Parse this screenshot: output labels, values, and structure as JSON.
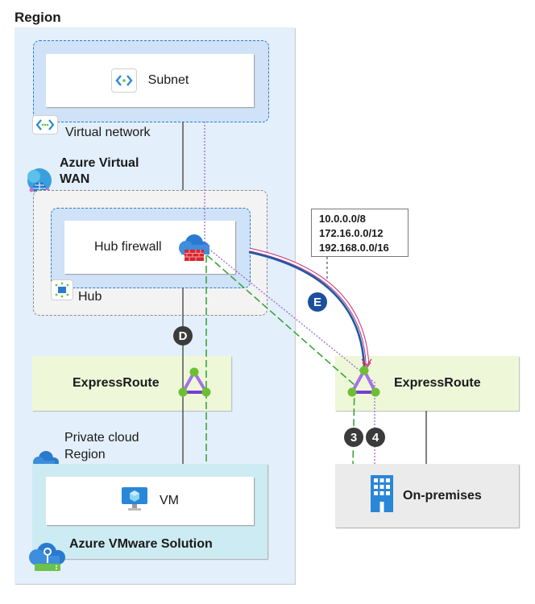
{
  "region": {
    "title": "Region"
  },
  "vnet": {
    "subnet_label": "Subnet",
    "label": "Virtual network"
  },
  "wan": {
    "title_line1": "Azure Virtual",
    "title_line2": "WAN",
    "hub_label": "Hub",
    "hub_firewall_label": "Hub firewall"
  },
  "expressroute_left": {
    "label": "ExpressRoute"
  },
  "expressroute_right": {
    "label": "ExpressRoute"
  },
  "private_cloud": {
    "line1": "Private cloud",
    "line2": "Region"
  },
  "avs": {
    "vm_label": "VM",
    "title": "Azure VMware Solution"
  },
  "onprem": {
    "label": "On-premises"
  },
  "routes": {
    "cidrs": [
      "10.0.0.0/8",
      "172.16.0.0/12",
      "192.168.0.0/16"
    ]
  },
  "badges": {
    "d": "D",
    "e": "E",
    "three": "3",
    "four": "4"
  },
  "colors": {
    "traffic_green": "#3aa53a",
    "traffic_purple": "#9b6bd6",
    "route_blue": "#1b5aa6",
    "route_pink": "#c2307a",
    "link_gray": "#555555"
  }
}
